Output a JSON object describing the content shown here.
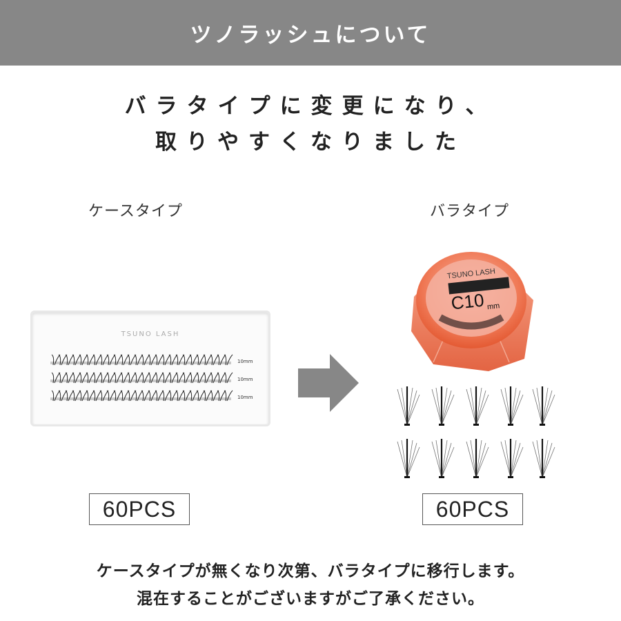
{
  "banner": {
    "title": "ツノラッシュについて",
    "bg_color": "#878787"
  },
  "headline": {
    "line1": "バラタイプに変更になり、",
    "line2": "取りやすくなりました"
  },
  "left": {
    "label": "ケースタイプ",
    "case_brand": "TSUNO LASH",
    "rows": [
      {
        "length": "10mm"
      },
      {
        "length": "10mm"
      },
      {
        "length": "10mm"
      }
    ],
    "quantity": "60PCS"
  },
  "arrow": {
    "icon": "right-arrow-icon",
    "color": "#878787"
  },
  "right": {
    "label": "バラタイプ",
    "jar_brand": "TSUNO LASH",
    "jar_curl_length": "C10",
    "jar_unit": "mm",
    "jar_color": "#f0724f",
    "cluster_count": 10,
    "quantity": "60PCS"
  },
  "footer": {
    "line1": "ケースタイプが無くなり次第、バラタイプに移行します。",
    "line2": "混在することがございますがご了承ください。"
  }
}
